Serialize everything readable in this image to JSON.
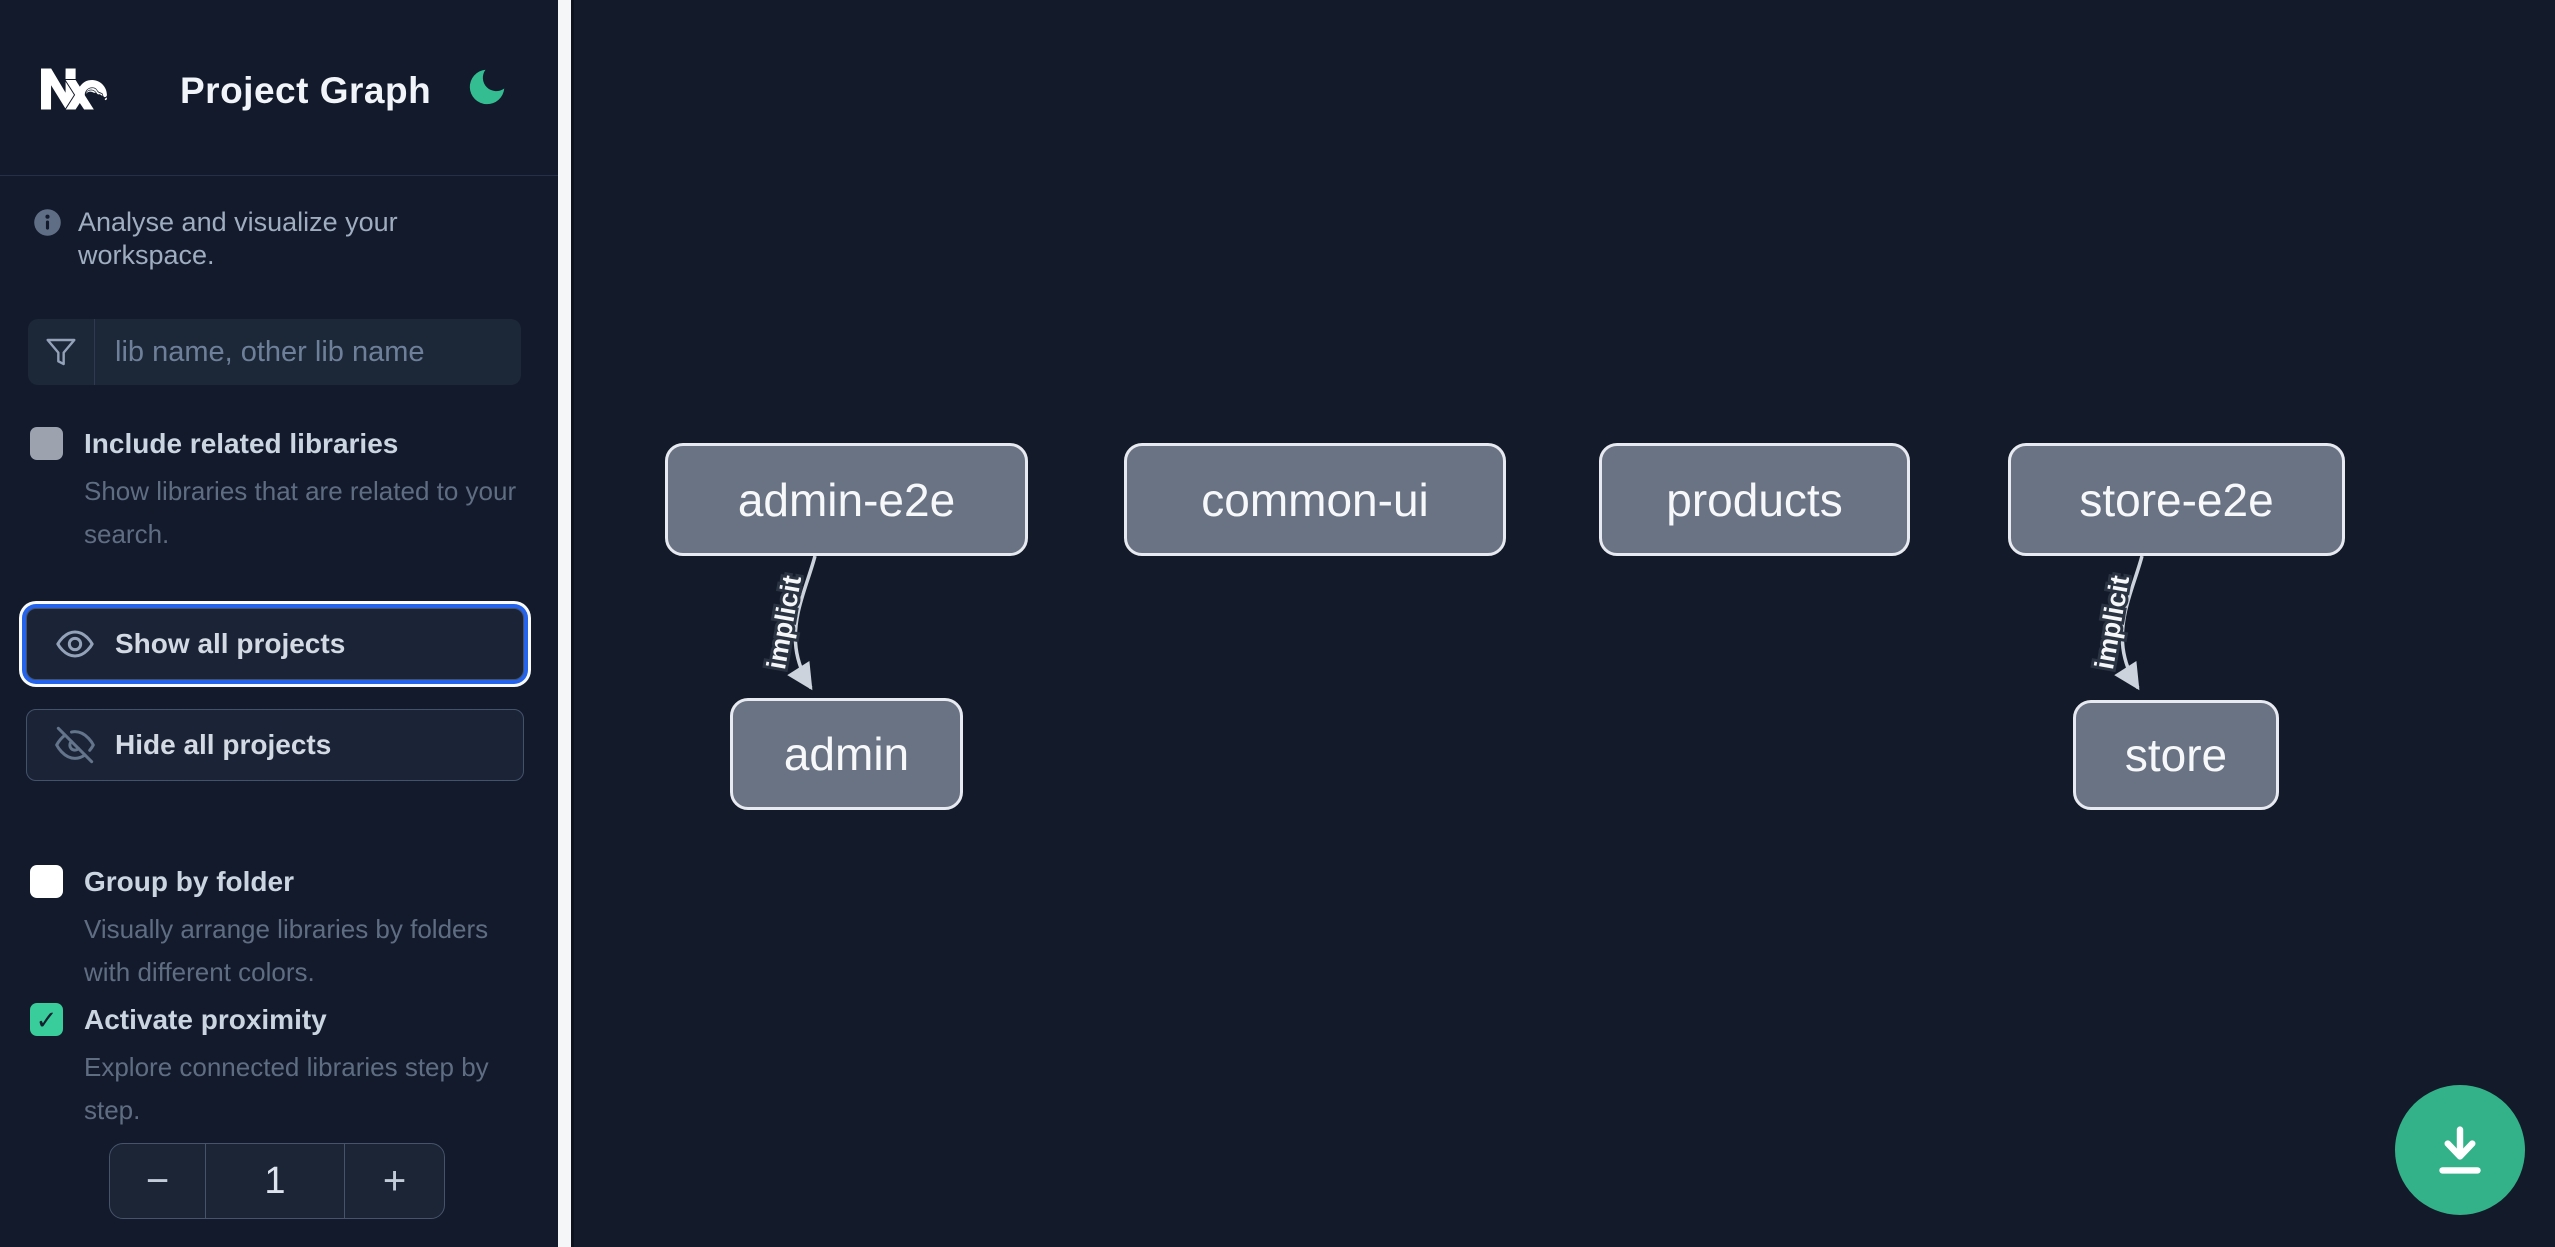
{
  "app": {
    "title": "Project Graph"
  },
  "colors": {
    "background": "#131a29",
    "accent_green": "#38cd9a",
    "fab_green": "#33b189",
    "focus_ring_blue": "#2563eb",
    "node_fill": "#6a7383",
    "node_border": "#e7eaf0"
  },
  "sidebar": {
    "info_text": "Analyse and visualize your workspace.",
    "search_placeholder": "lib name, other lib name",
    "options": [
      {
        "label": "Include related libraries",
        "description": "Show libraries that are related to your search.",
        "checked": false,
        "check_glyph": ""
      },
      {
        "label": "Group by folder",
        "description": "Visually arrange libraries by folders with different colors.",
        "checked": false,
        "check_glyph": ""
      },
      {
        "label": "Activate proximity",
        "description": "Explore connected libraries step by step.",
        "checked": true,
        "check_glyph": "✓"
      }
    ],
    "actions": [
      {
        "label": "Show all projects",
        "icon": "eye",
        "focused": true
      },
      {
        "label": "Hide all projects",
        "icon": "eye-off",
        "focused": false
      }
    ],
    "stepper": {
      "decrement_label": "−",
      "value": "1",
      "increment_label": "+"
    }
  },
  "graph": {
    "nodes": [
      {
        "id": "admin-e2e",
        "label": "admin-e2e"
      },
      {
        "id": "common-ui",
        "label": "common-ui"
      },
      {
        "id": "products",
        "label": "products"
      },
      {
        "id": "store-e2e",
        "label": "store-e2e"
      },
      {
        "id": "admin",
        "label": "admin"
      },
      {
        "id": "store",
        "label": "store"
      }
    ],
    "edges": [
      {
        "from": "admin-e2e",
        "to": "admin",
        "label": "implicit"
      },
      {
        "from": "store-e2e",
        "to": "store",
        "label": "implicit"
      }
    ]
  }
}
